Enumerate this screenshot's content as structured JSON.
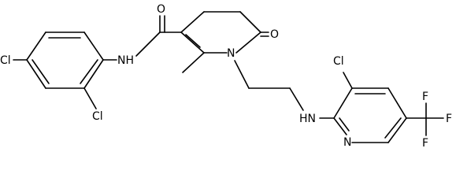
{
  "molecule": {
    "atoms": {
      "amide_o": "O",
      "amide_nh": "NH",
      "cl_para": "Cl",
      "cl_ortho": "Cl",
      "ring_o": "O",
      "ring_n": "N",
      "amine_nh": "HN",
      "cl_pyridine": "Cl",
      "pyridine_n": "N",
      "f_top": "F",
      "f_right": "F",
      "f_bottom": "F"
    },
    "colors": {
      "bond": "#000000",
      "label": "#000000",
      "background": "#ffffff"
    }
  }
}
